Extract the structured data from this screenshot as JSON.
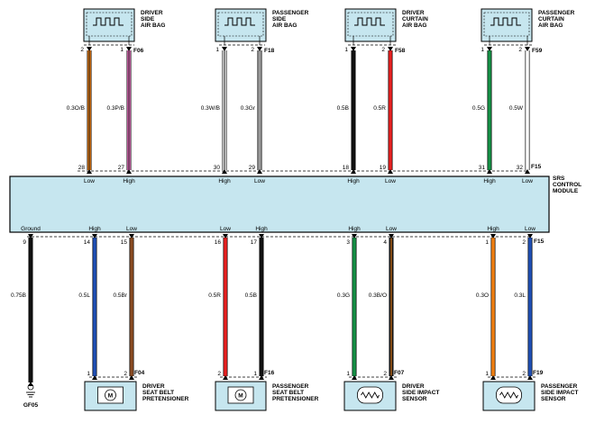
{
  "srs_module": {
    "name_lines": [
      "SRS",
      "CONTROL",
      "MODULE"
    ]
  },
  "connectors": {
    "module_top": "F15",
    "module_bottom": "F15"
  },
  "top_components": [
    {
      "name_lines": [
        "DRIVER",
        "SIDE",
        "AIR BAG"
      ],
      "connector": "F06",
      "wires": [
        {
          "comp_pin": "2",
          "spec": "0.3O/B",
          "module_pin": "28",
          "side": "Low",
          "color": "#f07f12",
          "stripe": "#111111"
        },
        {
          "comp_pin": "1",
          "spec": "0.3P/B",
          "module_pin": "27",
          "side": "High",
          "color": "#e86fbf",
          "stripe": "#111111"
        }
      ]
    },
    {
      "name_lines": [
        "PASSENGER",
        "SIDE",
        "AIR BAG"
      ],
      "connector": "F18",
      "wires": [
        {
          "comp_pin": "1",
          "spec": "0.3W/B",
          "module_pin": "30",
          "side": "High",
          "color": "#ffffff",
          "stripe": "#111111"
        },
        {
          "comp_pin": "2",
          "spec": "0.3Gr",
          "module_pin": "29",
          "side": "Low",
          "color": "#9a9a9a",
          "stripe": null
        }
      ]
    },
    {
      "name_lines": [
        "DRIVER",
        "CURTAIN",
        "AIR BAG"
      ],
      "connector": "F58",
      "wires": [
        {
          "comp_pin": "1",
          "spec": "0.5B",
          "module_pin": "18",
          "side": "High",
          "color": "#111111",
          "stripe": null
        },
        {
          "comp_pin": "2",
          "spec": "0.5R",
          "module_pin": "19",
          "side": "Low",
          "color": "#e62020",
          "stripe": null
        }
      ]
    },
    {
      "name_lines": [
        "PASSENGER",
        "CURTAIN",
        "AIR BAG"
      ],
      "connector": "F59",
      "wires": [
        {
          "comp_pin": "1",
          "spec": "0.5G",
          "module_pin": "31",
          "side": "High",
          "color": "#159045",
          "stripe": null
        },
        {
          "comp_pin": "2",
          "spec": "0.5W",
          "module_pin": "32",
          "side": "Low",
          "color": "#ffffff",
          "stripe": null
        }
      ]
    }
  ],
  "bottom_components": [
    {
      "name_lines": [],
      "connector": "",
      "ground": "GF05",
      "wires": [
        {
          "module_pin": "9",
          "side": "Ground",
          "spec": "0.75B",
          "comp_pin": "",
          "color": "#111111",
          "stripe": null
        }
      ]
    },
    {
      "name_lines": [
        "DRIVER",
        "SEAT BELT",
        "PRETENSIONER"
      ],
      "connector": "F04",
      "symbol": "M",
      "wires": [
        {
          "module_pin": "14",
          "side": "High",
          "spec": "0.5L",
          "comp_pin": "1",
          "color": "#1f4fb5",
          "stripe": null
        },
        {
          "module_pin": "15",
          "side": "Low",
          "spec": "0.5Br",
          "comp_pin": "2",
          "color": "#8a4b22",
          "stripe": null
        }
      ]
    },
    {
      "name_lines": [
        "PASSENGER",
        "SEAT BELT",
        "PRETENSIONER"
      ],
      "connector": "F16",
      "symbol": "M",
      "wires": [
        {
          "module_pin": "16",
          "side": "Low",
          "spec": "0.5R",
          "comp_pin": "2",
          "color": "#e62020",
          "stripe": null
        },
        {
          "module_pin": "17",
          "side": "High",
          "spec": "0.5B",
          "comp_pin": "1",
          "color": "#111111",
          "stripe": null
        }
      ]
    },
    {
      "name_lines": [
        "DRIVER",
        "SIDE IMPACT",
        "SENSOR"
      ],
      "connector": "F07",
      "wires": [
        {
          "module_pin": "3",
          "side": "High",
          "spec": "0.3G",
          "comp_pin": "1",
          "color": "#159045",
          "stripe": null
        },
        {
          "module_pin": "4",
          "side": "Low",
          "spec": "0.3B/O",
          "comp_pin": "2",
          "color": "#1a1a1a",
          "stripe": "#f07f12"
        }
      ]
    },
    {
      "name_lines": [
        "PASSENGER",
        "SIDE IMPACT",
        "SENSOR"
      ],
      "connector": "F19",
      "wires": [
        {
          "module_pin": "1",
          "side": "High",
          "spec": "0.3O",
          "comp_pin": "1",
          "color": "#f07f12",
          "stripe": null
        },
        {
          "module_pin": "2",
          "side": "Low",
          "spec": "0.3L",
          "comp_pin": "2",
          "color": "#1f4fb5",
          "stripe": null
        }
      ]
    }
  ]
}
